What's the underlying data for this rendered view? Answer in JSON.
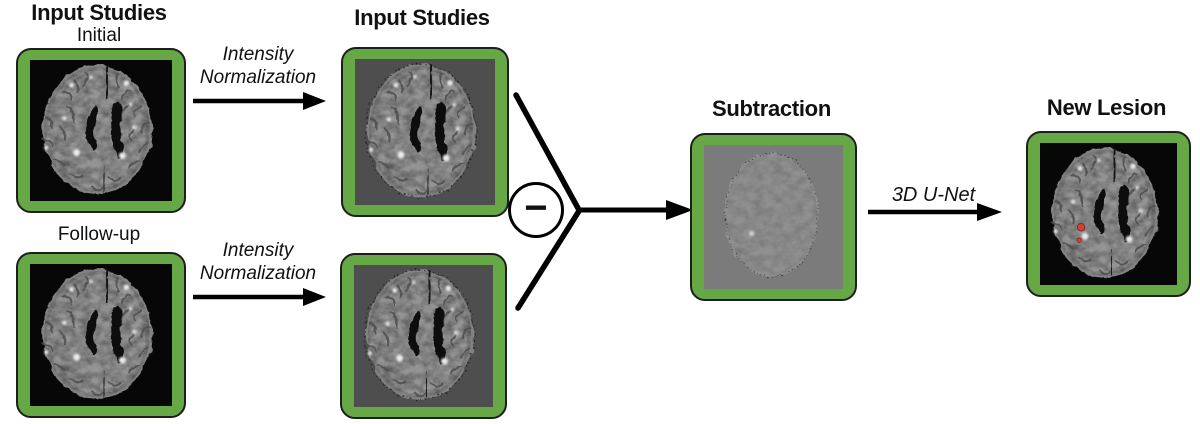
{
  "diagram": {
    "input": {
      "title": "Input Studies",
      "initial_label": "Initial",
      "followup_label": "Follow-up"
    },
    "normalization": {
      "line1": "Intensity",
      "line2": "Normalization"
    },
    "normalized": {
      "title": "Input Studies"
    },
    "operator": {
      "icon": "minus-icon",
      "symbol": "−"
    },
    "subtraction": {
      "title": "Subtraction"
    },
    "unet": {
      "label": "3D U-Net"
    },
    "output": {
      "title": "New Lesion"
    },
    "palette": {
      "frame_green": "#66a845",
      "frame_outline": "#1e1e1e",
      "arrow_black": "#000000",
      "scan_background_black": "#070707",
      "scan_background_gray": "#4e4e4e",
      "scan_background_light_gray": "#7b7b7b",
      "brain_tissue_gray": "#949494",
      "lesion_red": "#cb4437"
    }
  }
}
